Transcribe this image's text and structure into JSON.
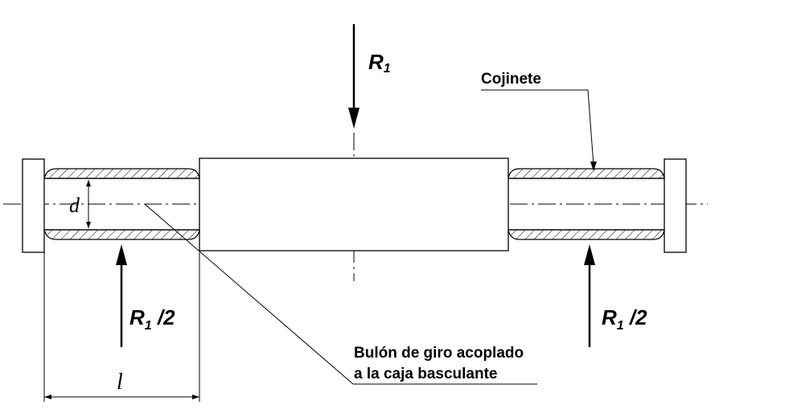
{
  "labels": {
    "load": {
      "main": "R",
      "sub": "1"
    },
    "reaction_left": {
      "main": "R",
      "sub": "1",
      "suffix": " /2"
    },
    "reaction_right": {
      "main": "R",
      "sub": "1",
      "suffix": " /2"
    },
    "diameter": "d",
    "length": "l",
    "bearing": "Cojinete",
    "pin_line1": "Bulón de giro acoplado",
    "pin_line2": "a la caja basculante"
  }
}
